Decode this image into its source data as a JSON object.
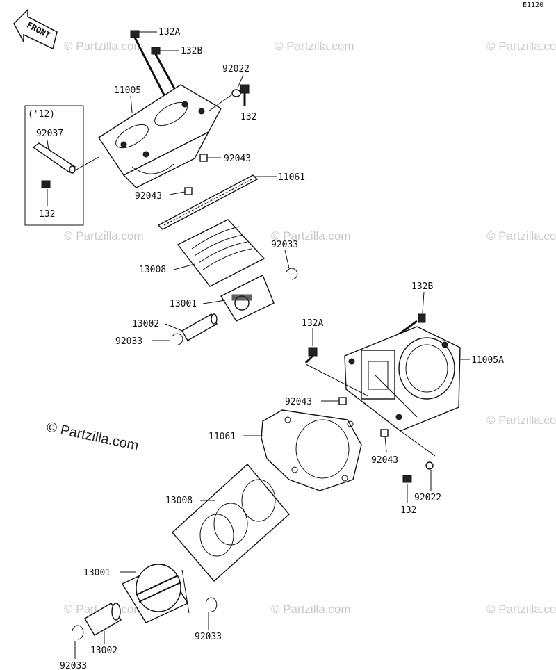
{
  "diagram_code": "E1120",
  "front_label": "FRONT",
  "copyright": "© Partzilla.com",
  "watermark": "© Partzilla.com",
  "inset_label": "('12)",
  "labels": {
    "l132A_top": "132A",
    "l132B_top": "132B",
    "l92022_top": "92022",
    "l132_top_right": "132",
    "l11005": "11005",
    "l92037": "92037",
    "l132_inset": "132",
    "l92043_a": "92043",
    "l11061_top": "11061",
    "l92043_b": "92043",
    "l92033_a": "92033",
    "l13008_top": "13008",
    "l13001_top": "13001",
    "l13002_top": "13002",
    "l92033_b": "92033",
    "l132B_right": "132B",
    "l132A_mid": "132A",
    "l11005A": "11005A",
    "l92043_c": "92043",
    "l11061_mid": "11061",
    "l92043_d": "92043",
    "l92022_bottom": "92022",
    "l132_bottom": "132",
    "l13008_bottom": "13008",
    "l13001_bottom": "13001",
    "l92033_c": "92033",
    "l13002_bottom": "13002",
    "l92033_d": "92033"
  }
}
